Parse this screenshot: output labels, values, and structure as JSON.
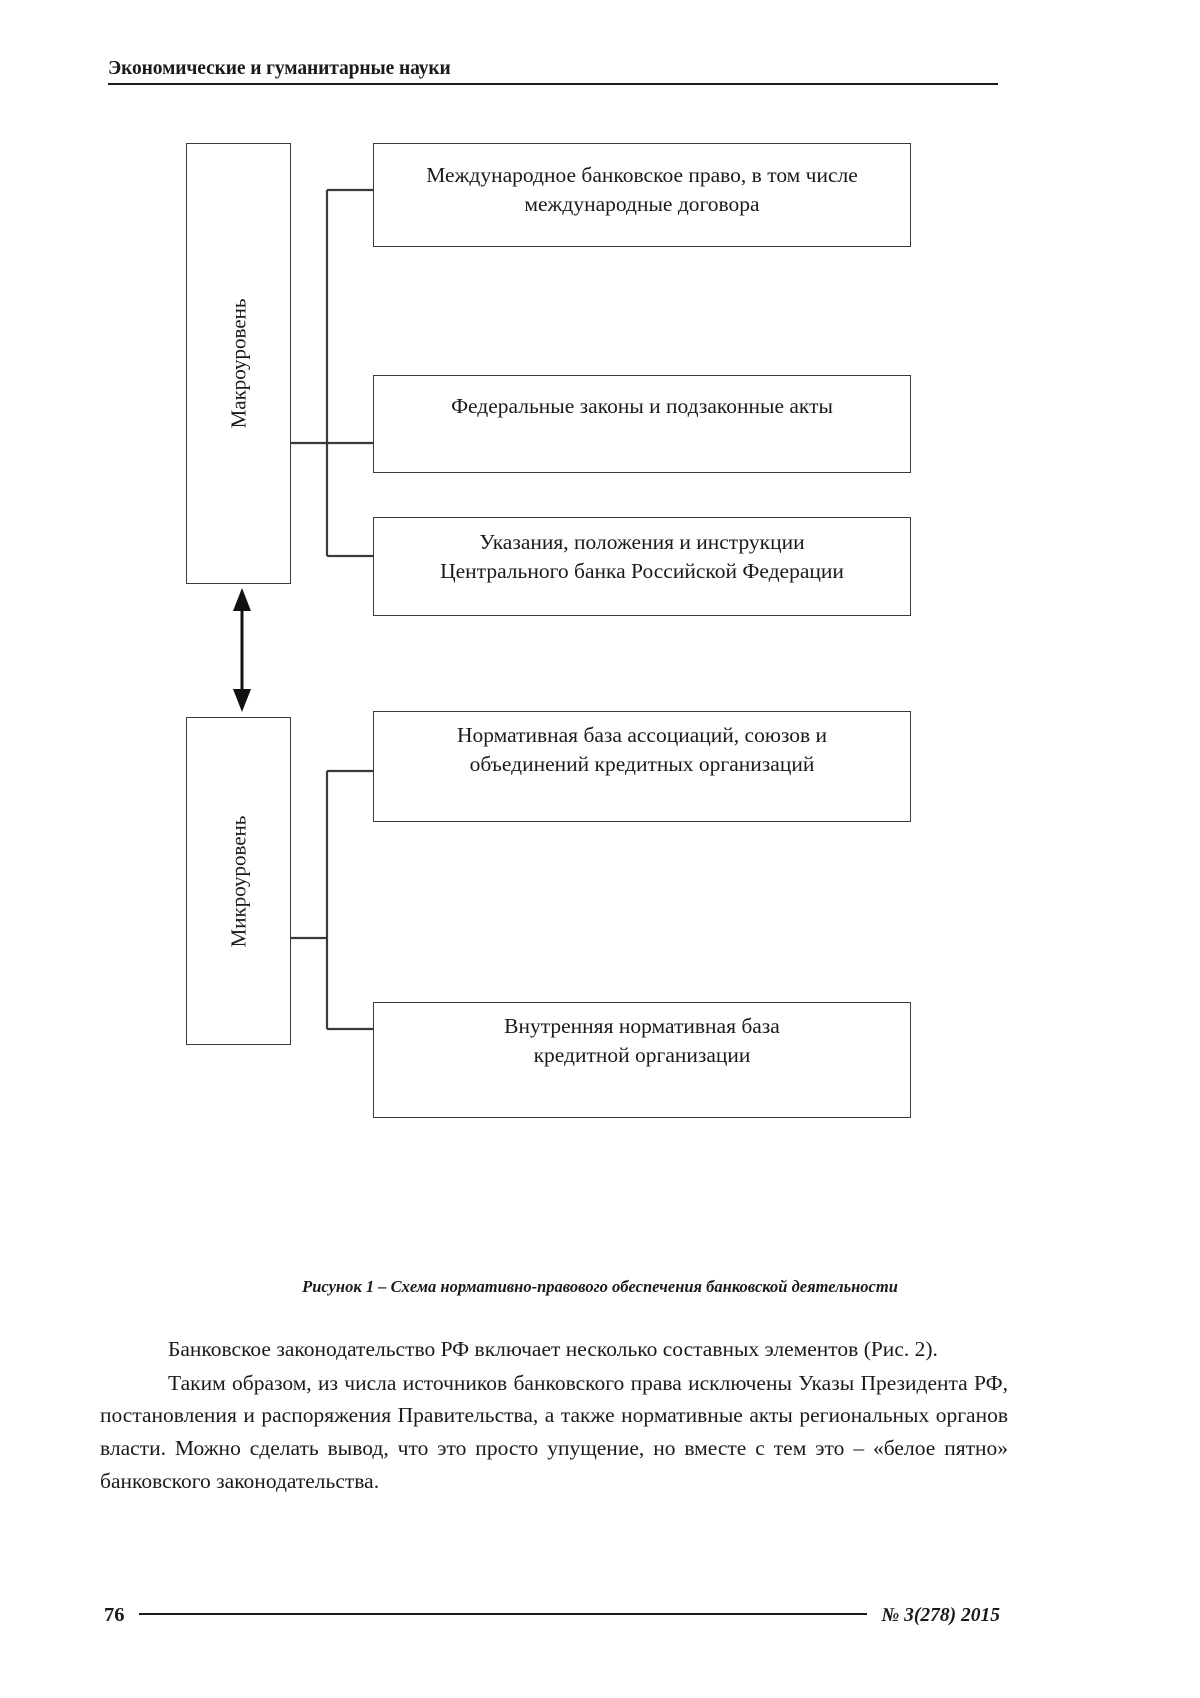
{
  "header": {
    "running_title": "Экономические и гуманитарные науки"
  },
  "figure": {
    "levels": [
      {
        "id": "macro",
        "label": "Макроуровень"
      },
      {
        "id": "micro",
        "label": "Микроуровень"
      }
    ],
    "macro_items": [
      {
        "line1": "Международное банковское право, в том числе",
        "line2": "международные договора"
      },
      {
        "line1": "Федеральные законы и подзаконные акты",
        "line2": ""
      },
      {
        "line1": "Указания, положения и инструкции",
        "line2": "Центрального банка Российской Федерации"
      }
    ],
    "micro_items": [
      {
        "line1": "Нормативная база ассоциаций, союзов и",
        "line2": "объединений кредитных организаций"
      },
      {
        "line1": "Внутренняя нормативная база",
        "line2": "кредитной организации"
      }
    ],
    "caption": "Рисунок 1 – Схема нормативно-правового обеспечения банковской деятельности"
  },
  "body": {
    "paragraphs": [
      "Банковское законодательство РФ включает несколько составных элементов (Рис. 2).",
      "Таким образом, из числа источников банковского права исключены Указы Президента РФ, постановления и распоряжения Правительства, а также нормативные акты региональных органов власти. Можно сделать вывод, что это просто упущение, но вместе с тем это – «белое пятно» банковского законодательства."
    ]
  },
  "footer": {
    "page_number": "76",
    "issue": "№ 3(278) 2015"
  },
  "colors": {
    "text": "#1a1a1a",
    "box_border": "#3b3b3b",
    "rule": "#1a1a1a"
  }
}
